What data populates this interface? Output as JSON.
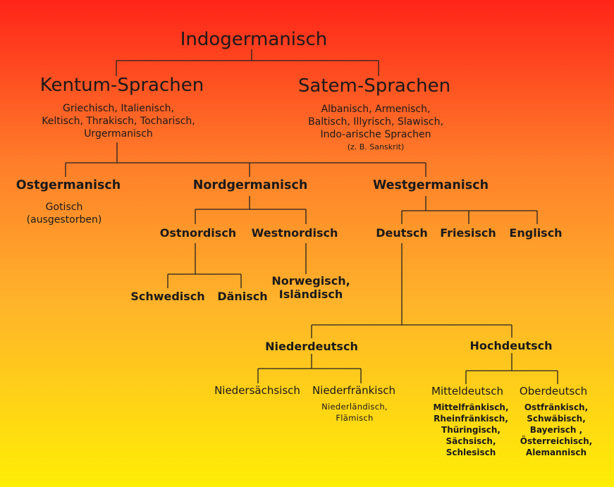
{
  "root": "Indogermanisch",
  "kentum": {
    "title": "Kentum-Sprachen",
    "lines": [
      "Griechisch, Italienisch,",
      "Keltisch, Thrakisch, Tocharisch,",
      "Urgermanisch"
    ]
  },
  "satem": {
    "title": "Satem-Sprachen",
    "lines": [
      "Albanisch, Armenisch,",
      "Baltisch, Illyrisch, Slawisch,",
      "Indo-arische Sprachen"
    ],
    "note": "(z. B. Sanskrit)"
  },
  "ost": {
    "title": "Ostgermanisch",
    "lines": [
      "Gotisch",
      "(ausgestorben)"
    ]
  },
  "nord": {
    "title": "Nordgermanisch",
    "ostnordisch": "Ostnordisch",
    "westnordisch": "Westnordisch",
    "schwedisch": "Schwedisch",
    "daenisch": "Dänisch",
    "westnordisch_langs": [
      "Norwegisch,",
      "Isländisch"
    ]
  },
  "west": {
    "title": "Westgermanisch",
    "deutsch": "Deutsch",
    "friesisch": "Friesisch",
    "englisch": "Englisch"
  },
  "nieder": {
    "title": "Niederdeutsch",
    "saechsisch": "Niedersächsisch",
    "fraenkisch": "Niederfränkisch",
    "fraenkisch_langs": [
      "Niederländisch,",
      "Flämisch"
    ]
  },
  "hoch": {
    "title": "Hochdeutsch",
    "mittel": "Mitteldeutsch",
    "ober": "Oberdeutsch",
    "mittel_langs": [
      "Mittelfränkisch,",
      "Rheinfränkisch,",
      "Thüringisch,",
      "Sächsisch,",
      "Schlesisch"
    ],
    "ober_langs": [
      "Ostfränkisch,",
      "Schwäbisch,",
      "Bayerisch ,",
      "Österreichisch,",
      "Alemannisch"
    ]
  }
}
